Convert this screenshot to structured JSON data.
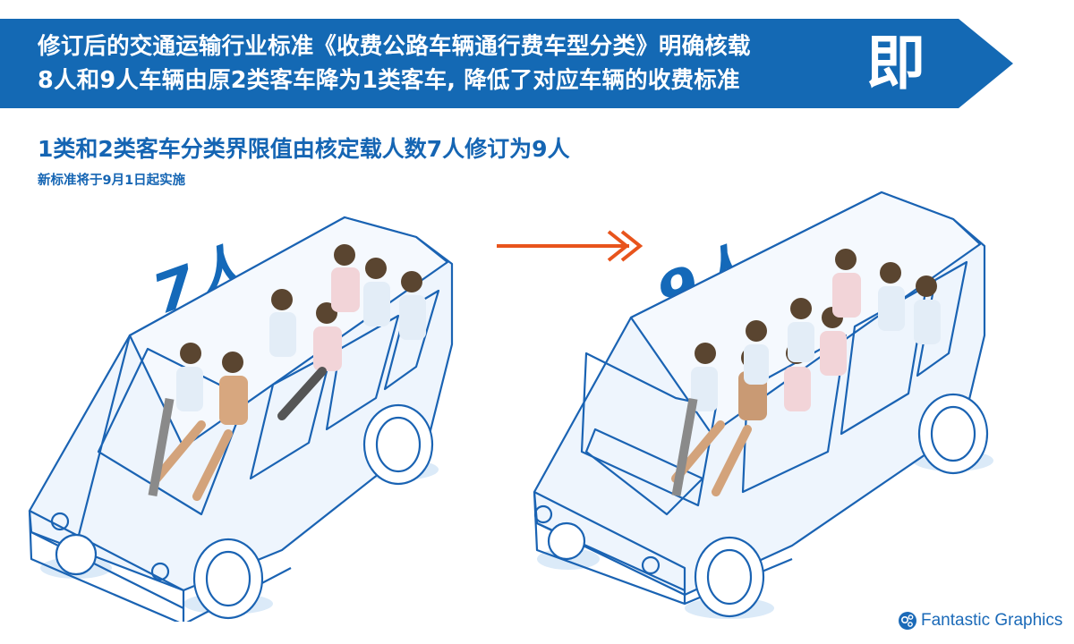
{
  "banner": {
    "line1": "修订后的交通运输行业标准《收费公路车辆通行费车型分类》明确核载",
    "line2": "8人和9人车辆由原2类客车降为1类客车, 降低了对应车辆的收费标准",
    "highlight_char": "即",
    "bg_color": "#1469b4"
  },
  "headline": {
    "title": "1类和2类客车分类界限值由核定载人数7人修订为9人",
    "note": "新标准将于9月1日起实施",
    "color": "#1565b3"
  },
  "comparison": {
    "before": {
      "label": "7人",
      "passengers": 7
    },
    "after": {
      "label": "9人",
      "passengers": 9
    },
    "arrow_color": "#e8541c"
  },
  "branding": {
    "logo_icon": "gears-icon",
    "name": "Fantastic Graphics"
  }
}
